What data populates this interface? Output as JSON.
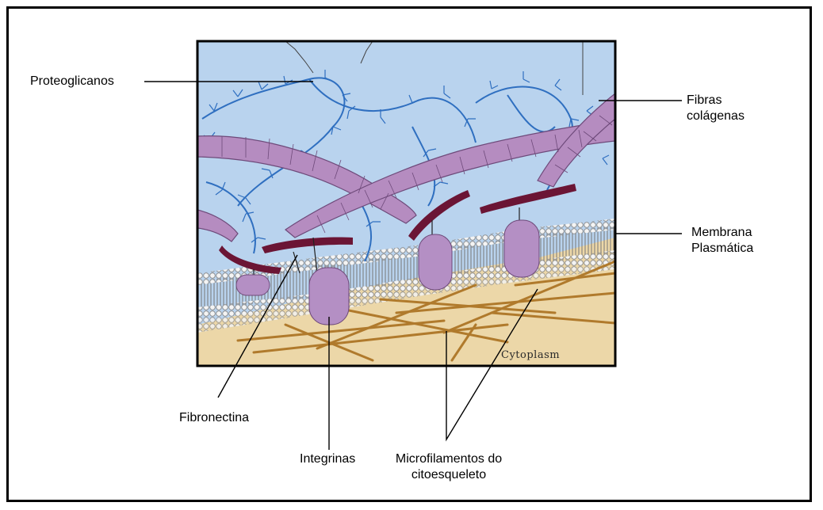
{
  "labels": {
    "proteoglicanos": "Proteoglicanos",
    "fibras_line1": "Fibras",
    "fibras_line2": "colágenas",
    "membrana_line1": "Membrana",
    "membrana_line2": "Plasmática",
    "fibronectina": "Fibronectina",
    "integrinas": "Integrinas",
    "microfilamentos_line1": "Microfilamentos do",
    "microfilamentos_line2": "citoesqueleto"
  },
  "illustration": {
    "cytoplasm_label": "Cytoplasm"
  },
  "colors": {
    "ecm_background": "#b9d3ee",
    "cytoplasm": "#ecd7a8",
    "collagen": "#b58cc0",
    "fibronectin": "#6b1535",
    "integrin": "#b48fc4",
    "proteoglycan": "#2f6fc0",
    "microfilament": "#b07a2c"
  }
}
